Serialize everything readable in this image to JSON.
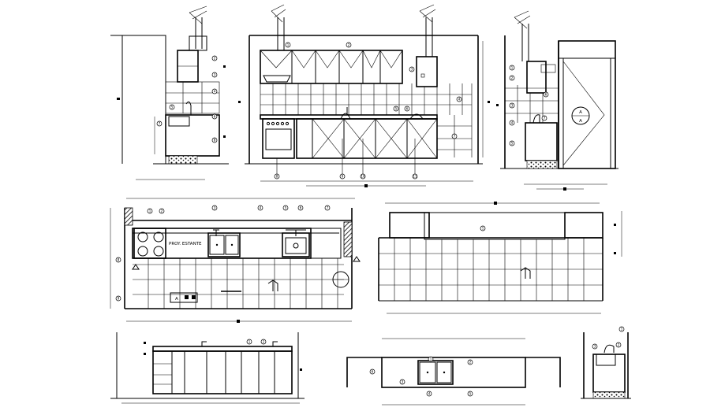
{
  "plan_label": "PROY. ESTANTE",
  "section_marker": {
    "top": "A",
    "bottom": "A"
  },
  "plan_key": {
    "letter": "A"
  }
}
